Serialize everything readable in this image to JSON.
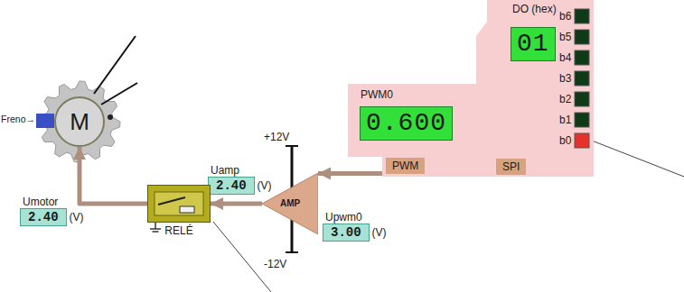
{
  "diagram": {
    "nodes": [
      {
        "text": [
          "DO (hex)"
        ]
      },
      {
        "text": [
          "01"
        ],
        "in": 0
      },
      {
        "text": [
          "SPI"
        ],
        "in": 0
      },
      {
        "text": [
          "PWM0"
        ]
      },
      {
        "text": [
          "0.600"
        ],
        "in": 3
      },
      {
        "text": [
          "PWM"
        ],
        "in": 3
      },
      {
        "text": [
          "Freno→"
        ]
      },
      {
        "text": [
          "M"
        ]
      },
      {
        "text": [
          "Uamp",
          "2.40",
          "(V)"
        ]
      },
      {
        "text": [
          "AMP"
        ]
      },
      {
        "text": [
          "Umotor",
          "2.40",
          "(V)"
        ]
      },
      {
        "text": [
          "RELÉ"
        ]
      },
      {
        "text": [
          "Upwm0",
          "3.00",
          "(V)"
        ]
      }
    ],
    "edges": [
      {
        "from": 5,
        "to": 9,
        "arrow": "to"
      },
      {
        "from": 9,
        "to": 11,
        "arrow": "to"
      },
      {
        "from": 11,
        "to": 7,
        "arrow": "to"
      }
    ],
    "labels": [
      "+12V",
      "-12V",
      "b6",
      "b5",
      "b4",
      "b3",
      "b2",
      "b1",
      "b0"
    ]
  }
}
